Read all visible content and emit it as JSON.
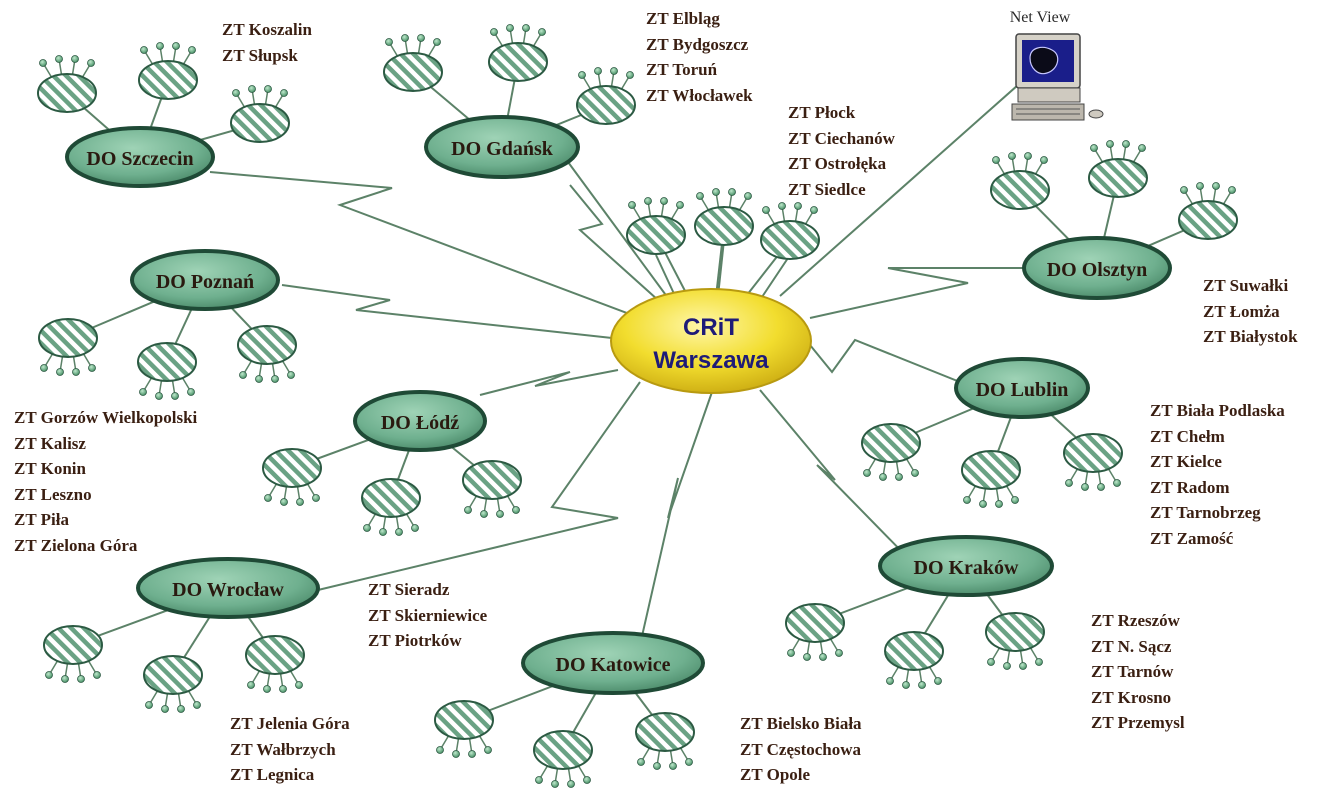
{
  "center": {
    "line1": "CRiT",
    "line2": "Warszawa"
  },
  "netview": {
    "label": "Net View"
  },
  "colors": {
    "hub_fill": "#f2dd2e",
    "node_fill": "#6fb08f",
    "node_stroke": "#1f4a36",
    "line": "#5c8268",
    "leaf_stripe": "#6aa284",
    "ball": "#4f9a70"
  },
  "regions": {
    "szczecin": {
      "label": "DO Szczecin"
    },
    "gdansk": {
      "label": "DO Gdańsk"
    },
    "olsztyn": {
      "label": "DO  Olsztyn"
    },
    "poznan": {
      "label": "DO Poznań"
    },
    "lodz": {
      "label": "DO Łódź"
    },
    "lublin": {
      "label": "DO  Lublin"
    },
    "wroclaw": {
      "label": "DO Wrocław"
    },
    "katowice": {
      "label": "DO Katowice"
    },
    "krakow": {
      "label": "DO  Kraków"
    }
  },
  "zt_groups": {
    "szczecin": [
      "ZT Koszalin",
      "ZT Słupsk"
    ],
    "gdansk": [
      "ZT Elbląg",
      "ZT Bydgoszcz",
      "ZT Toruń",
      "ZT Włocławek"
    ],
    "warszawa": [
      "ZT Płock",
      "ZT Ciechanów",
      "ZT Ostrołęka",
      "ZT Siedlce"
    ],
    "olsztyn": [
      "ZT Suwałki",
      "ZT Łomża",
      "ZT Białystok"
    ],
    "poznan": [
      "ZT Gorzów Wielkopolski",
      "ZT Kalisz",
      "ZT Konin",
      "ZT Leszno",
      "ZT Piła",
      "ZT Zielona Góra"
    ],
    "lublin": [
      "ZT Biała Podlaska",
      "ZT Chełm",
      "ZT Kielce",
      "ZT Radom",
      "ZT Tarnobrzeg",
      "ZT Zamość"
    ],
    "lodz": [
      "ZT Sieradz",
      "ZT Skierniewice",
      "ZT Piotrków"
    ],
    "krakow": [
      "ZT Rzeszów",
      "ZT N. Sącz",
      "ZT Tarnów",
      "ZT Krosno",
      "ZT Przemysl"
    ],
    "wroclaw": [
      "ZT Jelenia Góra",
      "ZT Wałbrzych",
      "ZT Legnica"
    ],
    "katowice": [
      "ZT Bielsko Biała",
      "ZT Częstochowa",
      "ZT Opole"
    ]
  }
}
